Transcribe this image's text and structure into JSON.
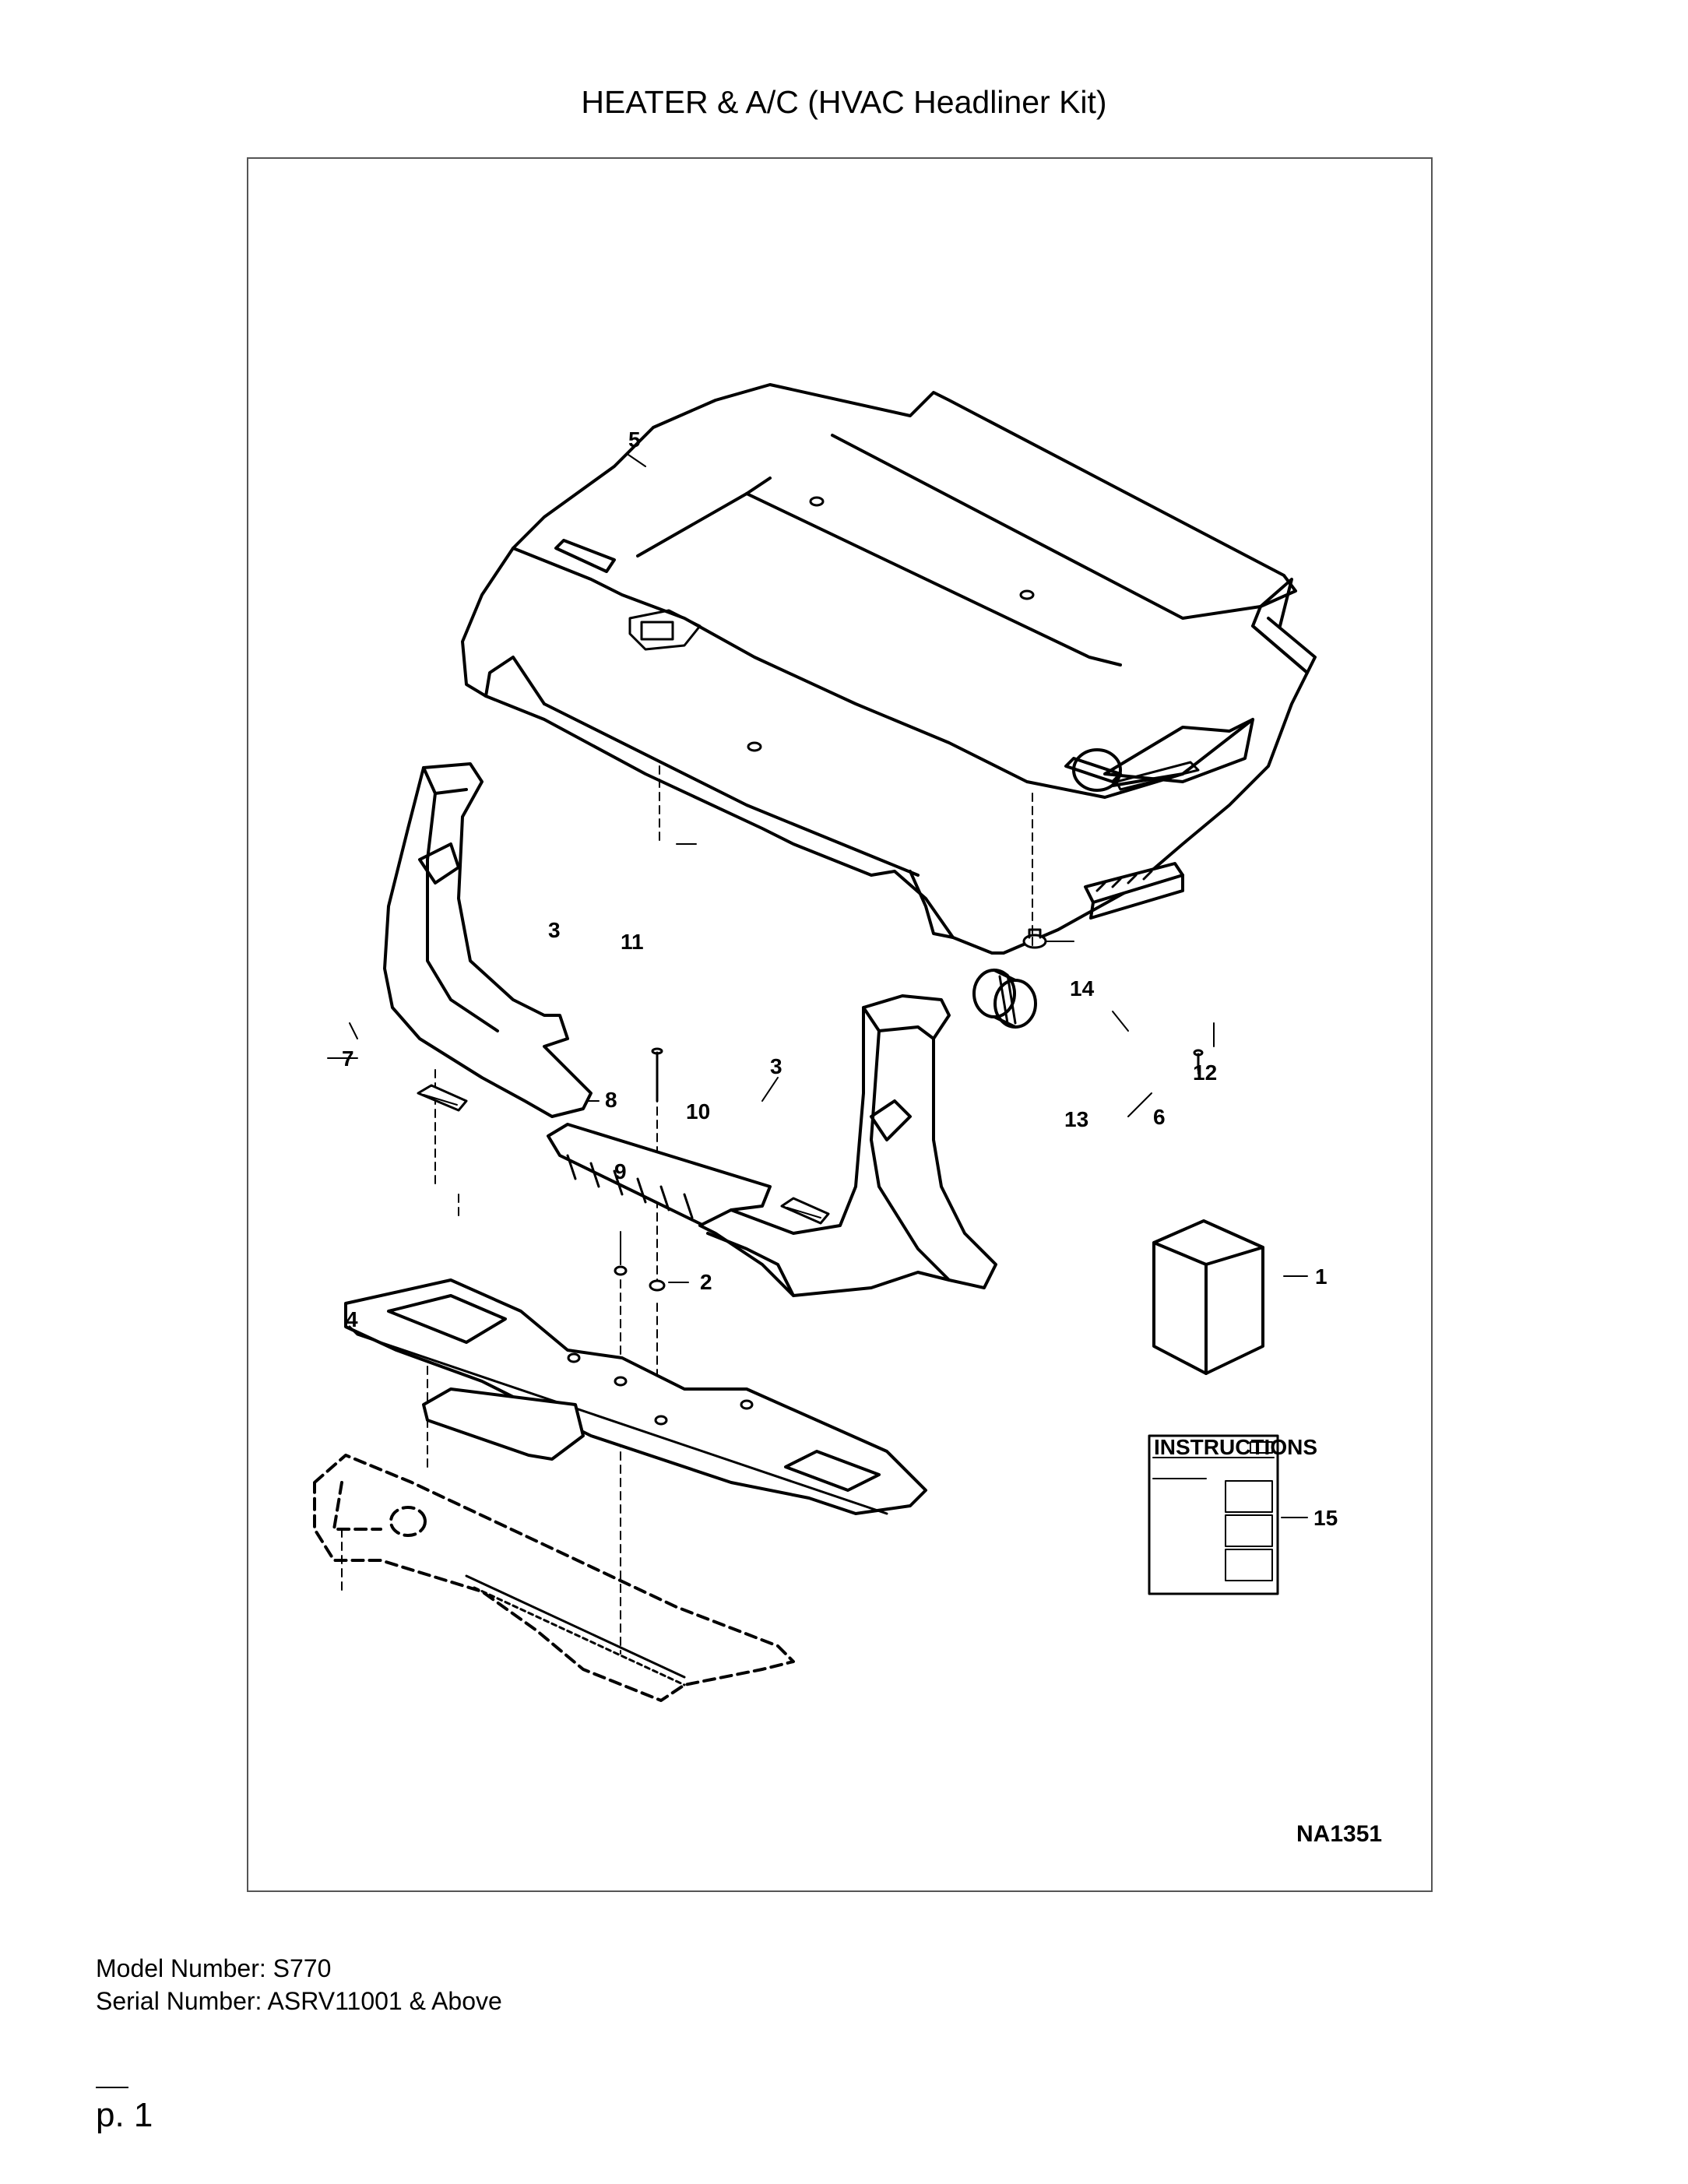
{
  "title": "HEATER & A/C (HVAC Headliner Kit)",
  "drawing_code": "NA1351",
  "callouts": [
    {
      "id": "1",
      "label": "1"
    },
    {
      "id": "2",
      "label": "2"
    },
    {
      "id": "3a",
      "label": "3"
    },
    {
      "id": "3b",
      "label": "3"
    },
    {
      "id": "4",
      "label": "4"
    },
    {
      "id": "5",
      "label": "5"
    },
    {
      "id": "6",
      "label": "6"
    },
    {
      "id": "7",
      "label": "7"
    },
    {
      "id": "8",
      "label": "8"
    },
    {
      "id": "9",
      "label": "9"
    },
    {
      "id": "10",
      "label": "10"
    },
    {
      "id": "11",
      "label": "11"
    },
    {
      "id": "12",
      "label": "12"
    },
    {
      "id": "13",
      "label": "13"
    },
    {
      "id": "14",
      "label": "14"
    },
    {
      "id": "15",
      "label": "15"
    }
  ],
  "instructions_label": "INSTRUCTIONS",
  "model_number": "Model Number: S770",
  "serial_number": "Serial Number: ASRV11001 & Above",
  "page_number": "p. 1"
}
